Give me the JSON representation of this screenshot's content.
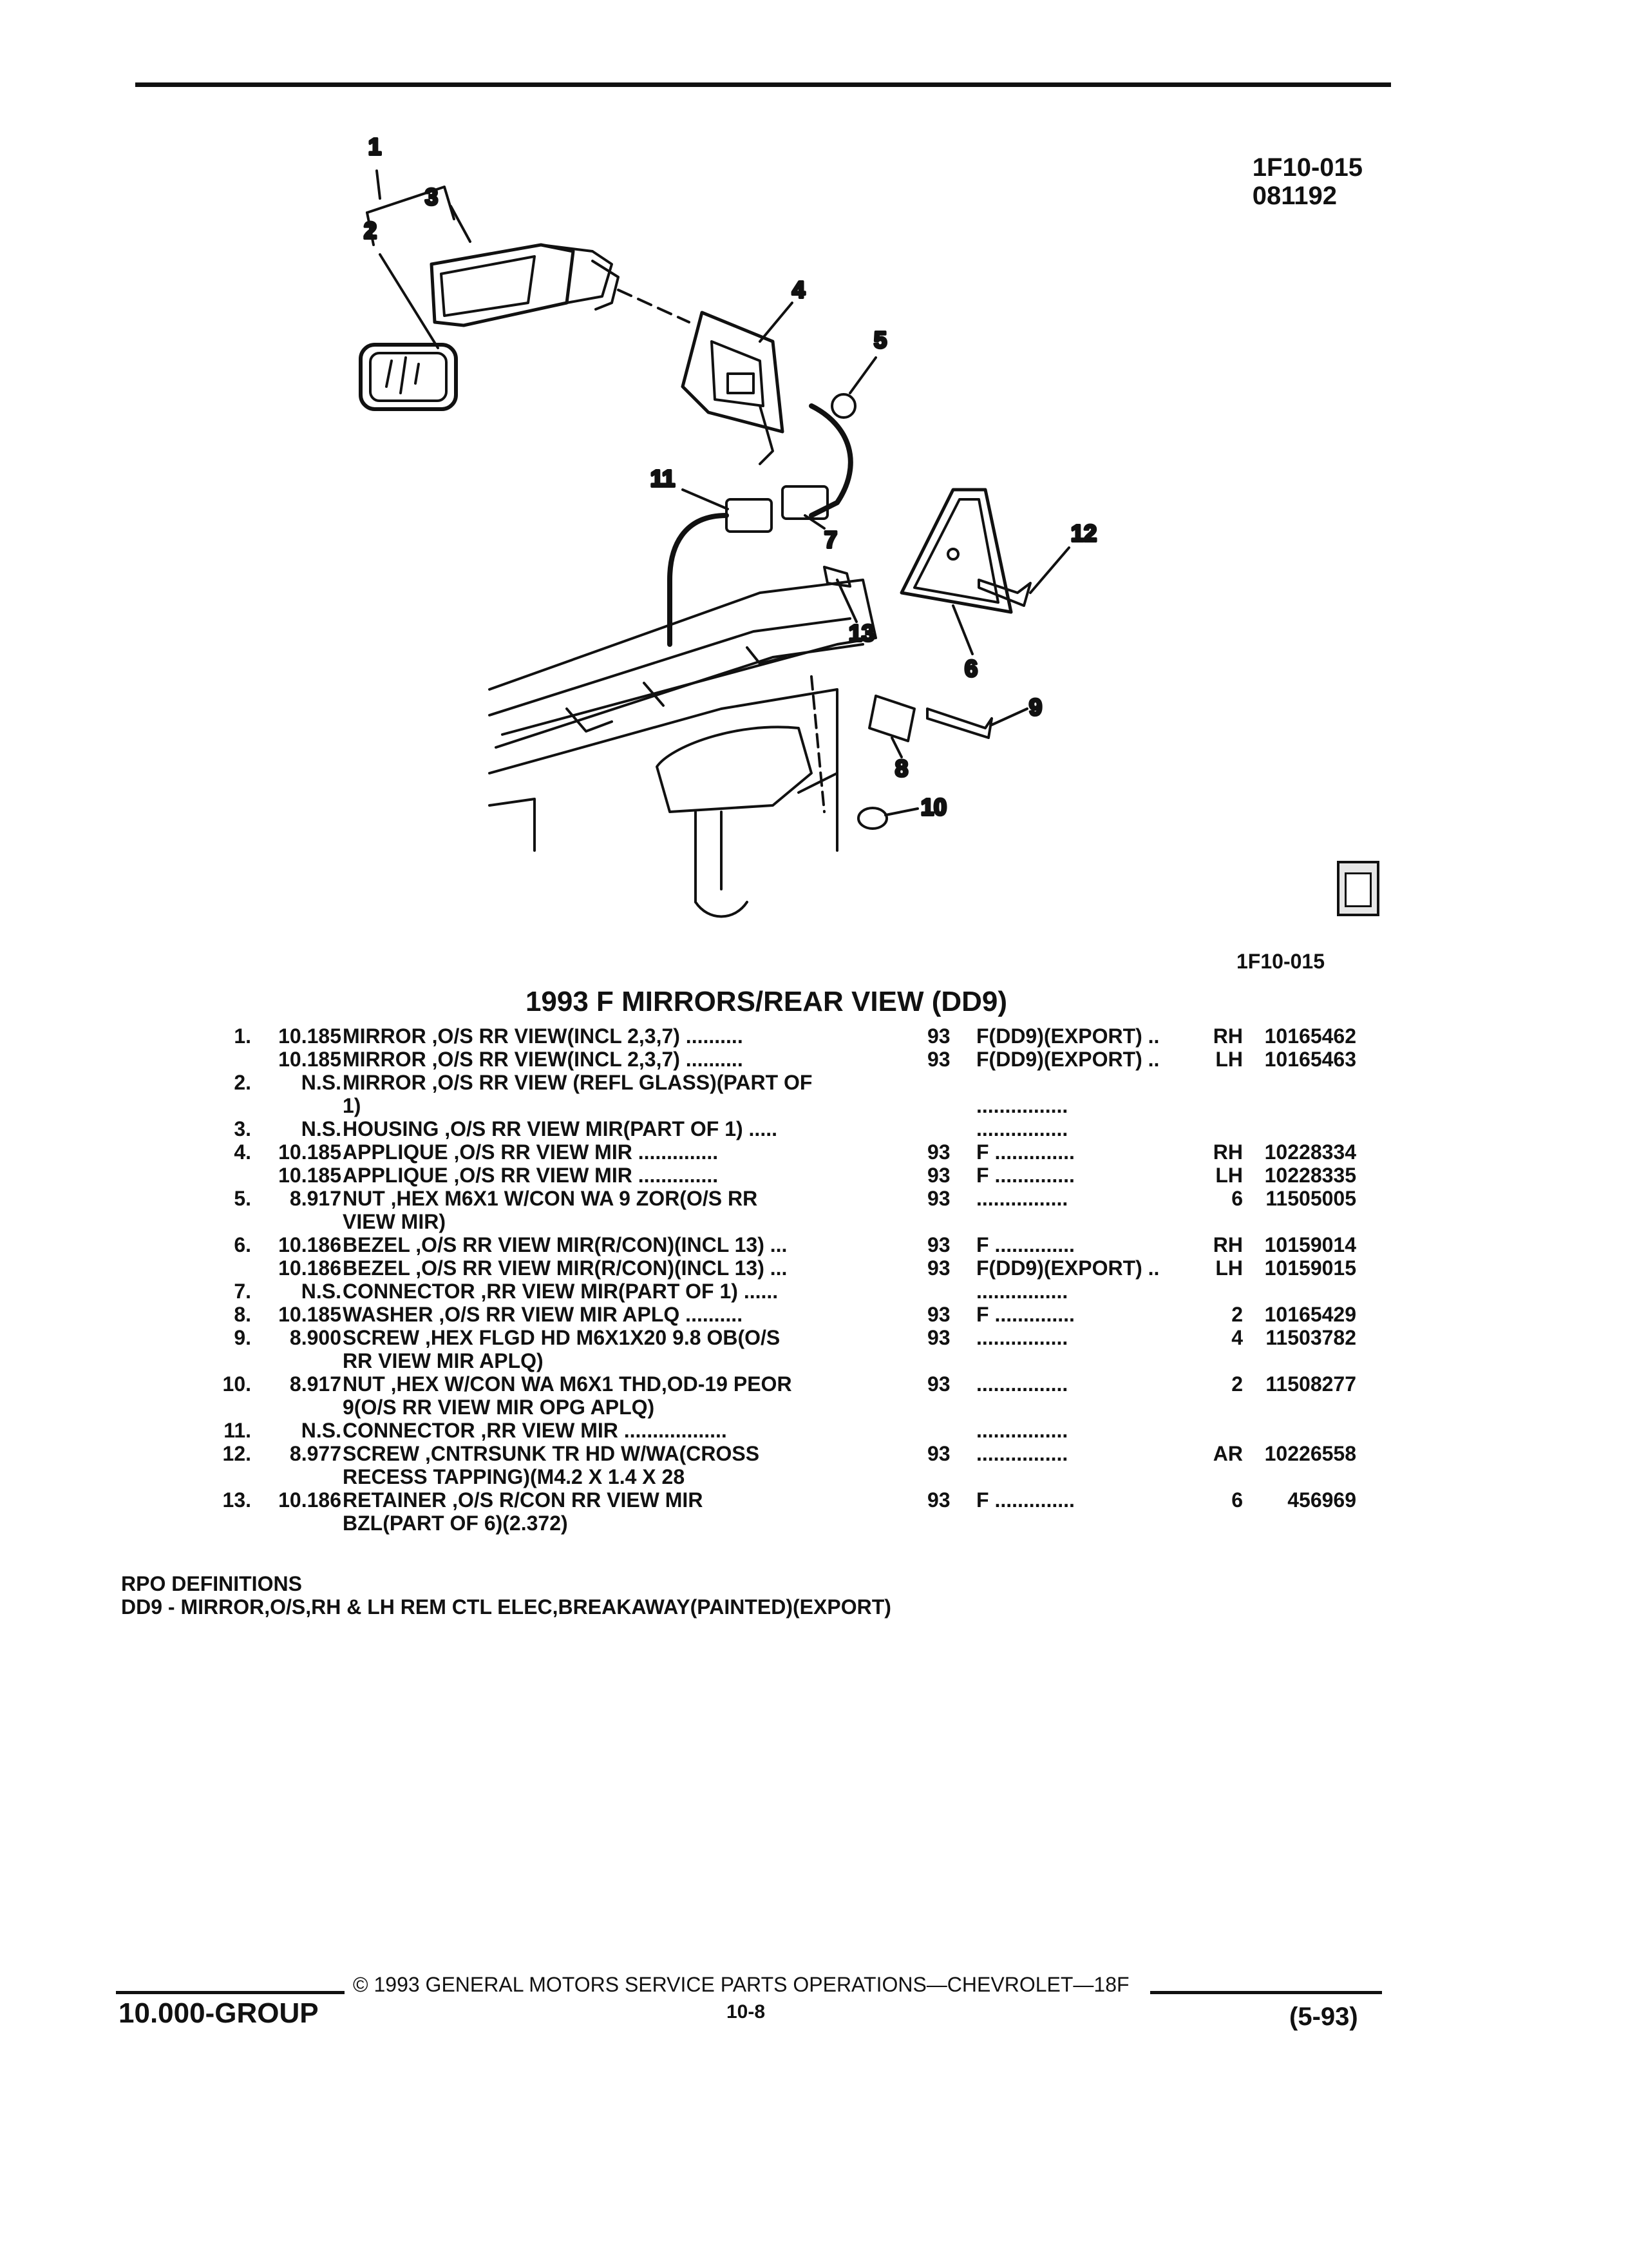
{
  "header": {
    "illustration_code": "1F10-015",
    "illustration_date": "081192"
  },
  "figure": {
    "callouts": [
      "1",
      "2",
      "3",
      "4",
      "5",
      "6",
      "7",
      "8",
      "9",
      "10",
      "11",
      "12",
      "13"
    ],
    "badge_icon": "gm-spo-logo-icon",
    "code_below": "1F10-015"
  },
  "title": "1993 F MIRRORS/REAR VIEW (DD9)",
  "parts": [
    {
      "num": "1.",
      "lines": [
        {
          "grp": "10.185",
          "desc": "MIRROR ,O/S RR VIEW(INCL 2,3,7) ..........",
          "year": "93",
          "model": "F(DD9)(EXPORT) ..",
          "qty": "RH",
          "part": "10165462"
        }
      ]
    },
    {
      "num": "",
      "lines": [
        {
          "grp": "10.185",
          "desc": "MIRROR ,O/S RR VIEW(INCL 2,3,7) ..........",
          "year": "93",
          "model": "F(DD9)(EXPORT) ..",
          "qty": "LH",
          "part": "10165463"
        }
      ]
    },
    {
      "num": "2.",
      "lines": [
        {
          "grp": "N.S.",
          "desc": "MIRROR ,O/S RR VIEW (REFL GLASS)(PART OF",
          "year": "",
          "model": "",
          "qty": "",
          "part": ""
        },
        {
          "grp": "",
          "desc": "1)",
          "year": "",
          "model": "................",
          "qty": "",
          "part": ""
        }
      ]
    },
    {
      "num": "3.",
      "lines": [
        {
          "grp": "N.S.",
          "desc": "HOUSING ,O/S RR VIEW MIR(PART OF 1) .....",
          "year": "",
          "model": "................",
          "qty": "",
          "part": ""
        }
      ]
    },
    {
      "num": "4.",
      "lines": [
        {
          "grp": "10.185",
          "desc": "APPLIQUE ,O/S RR VIEW MIR ..............",
          "year": "93",
          "model": "F ..............",
          "qty": "RH",
          "part": "10228334"
        }
      ]
    },
    {
      "num": "",
      "lines": [
        {
          "grp": "10.185",
          "desc": "APPLIQUE ,O/S RR VIEW MIR ..............",
          "year": "93",
          "model": "F ..............",
          "qty": "LH",
          "part": "10228335"
        }
      ]
    },
    {
      "num": "5.",
      "lines": [
        {
          "grp": "8.917",
          "desc": "NUT ,HEX M6X1 W/CON WA 9 ZOR(O/S RR",
          "year": "93",
          "model": "................",
          "qty": "6",
          "part": "11505005"
        },
        {
          "grp": "",
          "desc": "VIEW MIR)",
          "year": "",
          "model": "",
          "qty": "",
          "part": ""
        }
      ]
    },
    {
      "num": "6.",
      "lines": [
        {
          "grp": "10.186",
          "desc": "BEZEL ,O/S RR VIEW MIR(R/CON)(INCL 13) ...",
          "year": "93",
          "model": "F ..............",
          "qty": "RH",
          "part": "10159014"
        }
      ]
    },
    {
      "num": "",
      "lines": [
        {
          "grp": "10.186",
          "desc": "BEZEL ,O/S RR VIEW MIR(R/CON)(INCL 13) ...",
          "year": "93",
          "model": "F(DD9)(EXPORT) ..",
          "qty": "LH",
          "part": "10159015"
        }
      ]
    },
    {
      "num": "7.",
      "lines": [
        {
          "grp": "N.S.",
          "desc": "CONNECTOR ,RR VIEW MIR(PART OF 1) ......",
          "year": "",
          "model": "................",
          "qty": "",
          "part": ""
        }
      ]
    },
    {
      "num": "8.",
      "lines": [
        {
          "grp": "10.185",
          "desc": "WASHER ,O/S RR VIEW MIR APLQ ..........",
          "year": "93",
          "model": "F ..............",
          "qty": "2",
          "part": "10165429"
        }
      ]
    },
    {
      "num": "9.",
      "lines": [
        {
          "grp": "8.900",
          "desc": "SCREW ,HEX FLGD HD M6X1X20 9.8 OB(O/S",
          "year": "93",
          "model": "................",
          "qty": "4",
          "part": "11503782"
        },
        {
          "grp": "",
          "desc": "RR VIEW MIR APLQ)",
          "year": "",
          "model": "",
          "qty": "",
          "part": ""
        }
      ]
    },
    {
      "num": "10.",
      "lines": [
        {
          "grp": "8.917",
          "desc": "NUT ,HEX W/CON WA M6X1 THD,OD-19 PEOR",
          "year": "93",
          "model": "................",
          "qty": "2",
          "part": "11508277"
        },
        {
          "grp": "",
          "desc": "9(O/S RR VIEW MIR OPG APLQ)",
          "year": "",
          "model": "",
          "qty": "",
          "part": ""
        }
      ]
    },
    {
      "num": "11.",
      "lines": [
        {
          "grp": "N.S.",
          "desc": "CONNECTOR ,RR VIEW MIR ..................",
          "year": "",
          "model": "................",
          "qty": "",
          "part": ""
        }
      ]
    },
    {
      "num": "12.",
      "lines": [
        {
          "grp": "8.977",
          "desc": "SCREW ,CNTRSUNK TR HD W/WA(CROSS",
          "year": "93",
          "model": "................",
          "qty": "AR",
          "part": "10226558"
        },
        {
          "grp": "",
          "desc": "RECESS TAPPING)(M4.2 X 1.4 X 28",
          "year": "",
          "model": "",
          "qty": "",
          "part": ""
        }
      ]
    },
    {
      "num": "13.",
      "lines": [
        {
          "grp": "10.186",
          "desc": "RETAINER ,O/S R/CON RR VIEW MIR",
          "year": "93",
          "model": "F ..............",
          "qty": "6",
          "part": "456969"
        },
        {
          "grp": "",
          "desc": "BZL(PART OF 6)(2.372)",
          "year": "",
          "model": "",
          "qty": "",
          "part": ""
        }
      ]
    }
  ],
  "rpo": {
    "heading": "RPO DEFINITIONS",
    "definition": "DD9 - MIRROR,O/S,RH & LH REM CTL ELEC,BREAKAWAY(PAINTED)(EXPORT)"
  },
  "footer": {
    "group": "10.000-GROUP",
    "copyright": "© 1993 GENERAL MOTORS SERVICE PARTS OPERATIONS—CHEVROLET—18F",
    "page": "10-8",
    "date": "(5-93)"
  }
}
